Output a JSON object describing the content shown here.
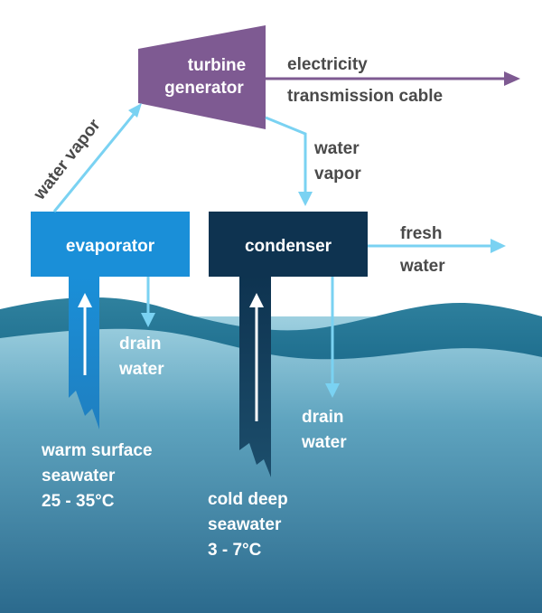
{
  "colors": {
    "turbine": "#7e5a92",
    "evaporator": "#1a8fd8",
    "condenser": "#0e3350",
    "arrow": "#7ad2f2",
    "ocean_top": "#2f7f9c",
    "ocean_bottom": "#2a6788",
    "text_dark": "#4a4a4a",
    "text_light": "#ffffff",
    "output_arrow": "#7e5a92"
  },
  "turbine": {
    "line1": "turbine",
    "line2": "generator"
  },
  "electricity": {
    "line1": "electricity",
    "line2": "transmission cable"
  },
  "vapor_left": "water vapor",
  "vapor_right": {
    "line1": "water",
    "line2": "vapor"
  },
  "evaporator": {
    "label": "evaporator"
  },
  "condenser": {
    "label": "condenser"
  },
  "fresh_water": {
    "line1": "fresh",
    "line2": "water"
  },
  "drain_left": {
    "line1": "drain",
    "line2": "water"
  },
  "drain_right": {
    "line1": "drain",
    "line2": "water"
  },
  "warm_seawater": {
    "line1": "warm surface",
    "line2": "seawater",
    "line3": "25 - 35°C"
  },
  "cold_seawater": {
    "line1": "cold deep",
    "line2": "seawater",
    "line3": "3 - 7°C"
  }
}
